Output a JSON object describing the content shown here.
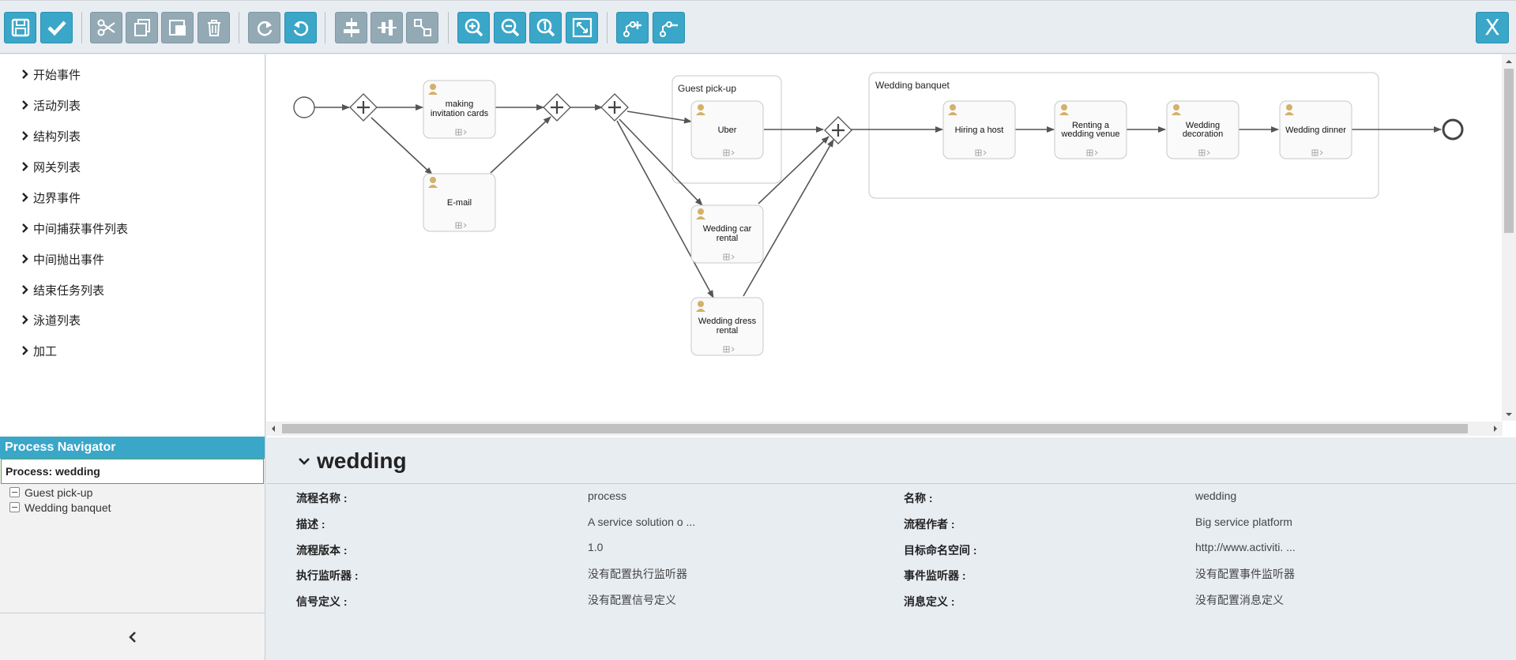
{
  "toolbar": {
    "buttons": [
      {
        "name": "save",
        "icon": "save-icon"
      },
      {
        "name": "validate",
        "icon": "check-icon"
      },
      {
        "name": "cut",
        "icon": "scissors-icon"
      },
      {
        "name": "copy",
        "icon": "copy-icon"
      },
      {
        "name": "paste",
        "icon": "paste-icon"
      },
      {
        "name": "delete",
        "icon": "trash-icon"
      },
      {
        "name": "redo",
        "icon": "redo-icon"
      },
      {
        "name": "undo",
        "icon": "undo-icon"
      },
      {
        "name": "align-horizontal",
        "icon": "align-horizontal-icon"
      },
      {
        "name": "align-vertical",
        "icon": "align-vertical-icon"
      },
      {
        "name": "same-size",
        "icon": "same-size-icon"
      },
      {
        "name": "zoom-in",
        "icon": "zoom-in-icon"
      },
      {
        "name": "zoom-out",
        "icon": "zoom-out-icon"
      },
      {
        "name": "zoom-actual",
        "icon": "zoom-actual-icon"
      },
      {
        "name": "zoom-fit",
        "icon": "zoom-fit-icon"
      },
      {
        "name": "add-bendpoint",
        "icon": "add-bendpoint-icon"
      },
      {
        "name": "remove-bendpoint",
        "icon": "remove-bendpoint-icon"
      }
    ],
    "close_label": "X"
  },
  "palette": {
    "items": [
      "开始事件",
      "活动列表",
      "结构列表",
      "网关列表",
      "边界事件",
      "中间捕获事件列表",
      "中间抛出事件",
      "结束任务列表",
      "泳道列表",
      "加工"
    ]
  },
  "navigator": {
    "header": "Process Navigator",
    "process": "Process: wedding",
    "nodes": [
      "Guest pick-up",
      "Wedding banquet"
    ]
  },
  "diagram": {
    "subprocesses": [
      "Guest pick-up",
      "Wedding banquet"
    ],
    "tasks": [
      [
        "making",
        "invitation cards"
      ],
      [
        "E-mail"
      ],
      [
        "Uber"
      ],
      [
        "Wedding car",
        "rental"
      ],
      [
        "Wedding dress",
        "rental"
      ],
      [
        "Hiring a host"
      ],
      [
        "Renting a",
        "wedding venue"
      ],
      [
        "Wedding",
        "decoration"
      ],
      [
        "Wedding dinner"
      ]
    ]
  },
  "properties": {
    "title": "wedding",
    "rows": [
      {
        "label": "流程名称 :",
        "value": "process"
      },
      {
        "label": "名称 :",
        "value": "wedding"
      },
      {
        "label": "描述 :",
        "value": "A service solution o ..."
      },
      {
        "label": "流程作者 :",
        "value": "Big service platform"
      },
      {
        "label": "流程版本 :",
        "value": "1.0"
      },
      {
        "label": "目标命名空间 :",
        "value": "http://www.activiti. ..."
      },
      {
        "label": "执行监听器 :",
        "value": "没有配置执行监听器"
      },
      {
        "label": "事件监听器 :",
        "value": "没有配置事件监听器"
      },
      {
        "label": "信号定义 :",
        "value": "没有配置信号定义"
      },
      {
        "label": "消息定义 :",
        "value": "没有配置消息定义"
      }
    ]
  },
  "colors": {
    "accent": "#3aa6c8",
    "disabled": "#93aab5",
    "task_border": "#c8c8c8",
    "edge": "#555555"
  }
}
